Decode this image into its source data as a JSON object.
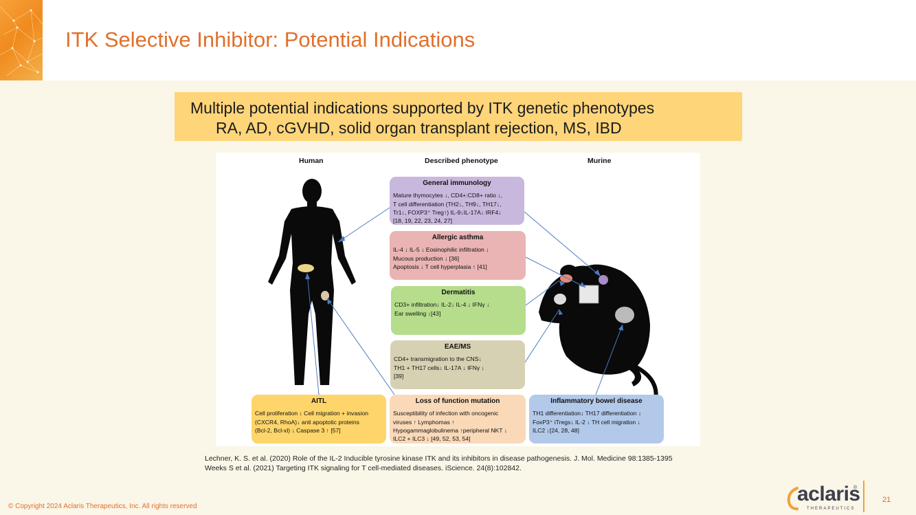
{
  "slide": {
    "title": "ITK Selective Inhibitor: Potential Indications",
    "banner_line1": "Multiple potential indications supported by ITK genetic phenotypes",
    "banner_line2": "RA, AD, cGVHD, solid organ transplant rejection, MS, IBD",
    "page_number": "21",
    "copyright": "© Copyright 2024 Aclaris Therapeutics, Inc. All rights reserved",
    "accent_color": "#e0702b"
  },
  "figure": {
    "col_human": "Human",
    "col_phenotype": "Described phenotype",
    "col_murine": "Murine",
    "general": {
      "title": "General immunology",
      "lines": [
        "Mature thymocytes ↓, CD4+:CD8+ ratio ↓,",
        "T cell differentiation (TH2↓, TH9↓, TH17↓,",
        "Tr1↓, FOXP3⁺ Treg↑) IL-9↓IL-17A↓ IRF4↓",
        "[18, 19, 22, 23, 24, 27]"
      ]
    },
    "asthma": {
      "title": "Allergic asthma",
      "lines": [
        "IL-4 ↓ IL-5 ↓ Eosinophilic infiltration ↓",
        "Mucous production ↓ [36]",
        "Apoptosis ↓ T cell hyperplasia ↑ [41]"
      ]
    },
    "dermatitis": {
      "title": "Dermatitis",
      "lines": [
        "CD3+ infiltration↓ IL-2↓ IL-4 ↓ IFNγ ↓",
        "Ear swelling ↓[43]"
      ]
    },
    "eae": {
      "title": "EAE/MS",
      "lines": [
        "CD4+ transmigration to the CNS↓",
        "TH1 + TH17 cells↓ IL-17A ↓ IFNγ ↓",
        "[39]"
      ]
    },
    "aitl": {
      "title": "AITL",
      "lines": [
        "Cell proliferation ↓ Cell migration + invasion",
        "(CXCR4, RhoA)↓ anti apoptotic proteins",
        "(Bcl-2, Bcl-xl) ↓ Caspase 3 ↑ [57]"
      ]
    },
    "lof": {
      "title": "Loss of function mutation",
      "lines": [
        "Susceptibility of infection with oncogenic",
        "viruses ↑ Lymphomas ↑",
        "Hypogammaglobulinema ↑peripheral NKT ↓",
        "ILC2 + ILC3 ↓  [49, 52, 53, 54]"
      ]
    },
    "ibd": {
      "title": "Inflammatory bowel disease",
      "lines": [
        "TH1 differentiation↓ TH17 differentiation ↓",
        "FoxP3⁺ iTregs↓ IL-2 ↓ TH cell migration ↓",
        "ILC2 ↓[24, 28, 48]"
      ]
    }
  },
  "references": [
    "Lechner, K. S. et al. (2020) Role of the IL-2 Inducible tyrosine kinase ITK and its inhibitors in disease pathogenesis. J. Mol. Medicine 98:1385-1395",
    "Weeks S et al. (2021) Targeting ITK signaling for T cell-mediated diseases. iScience. 24(8):102842."
  ],
  "logo": {
    "name": "aclaris",
    "tagline": "THERAPEUTICS",
    "registered": "®"
  }
}
